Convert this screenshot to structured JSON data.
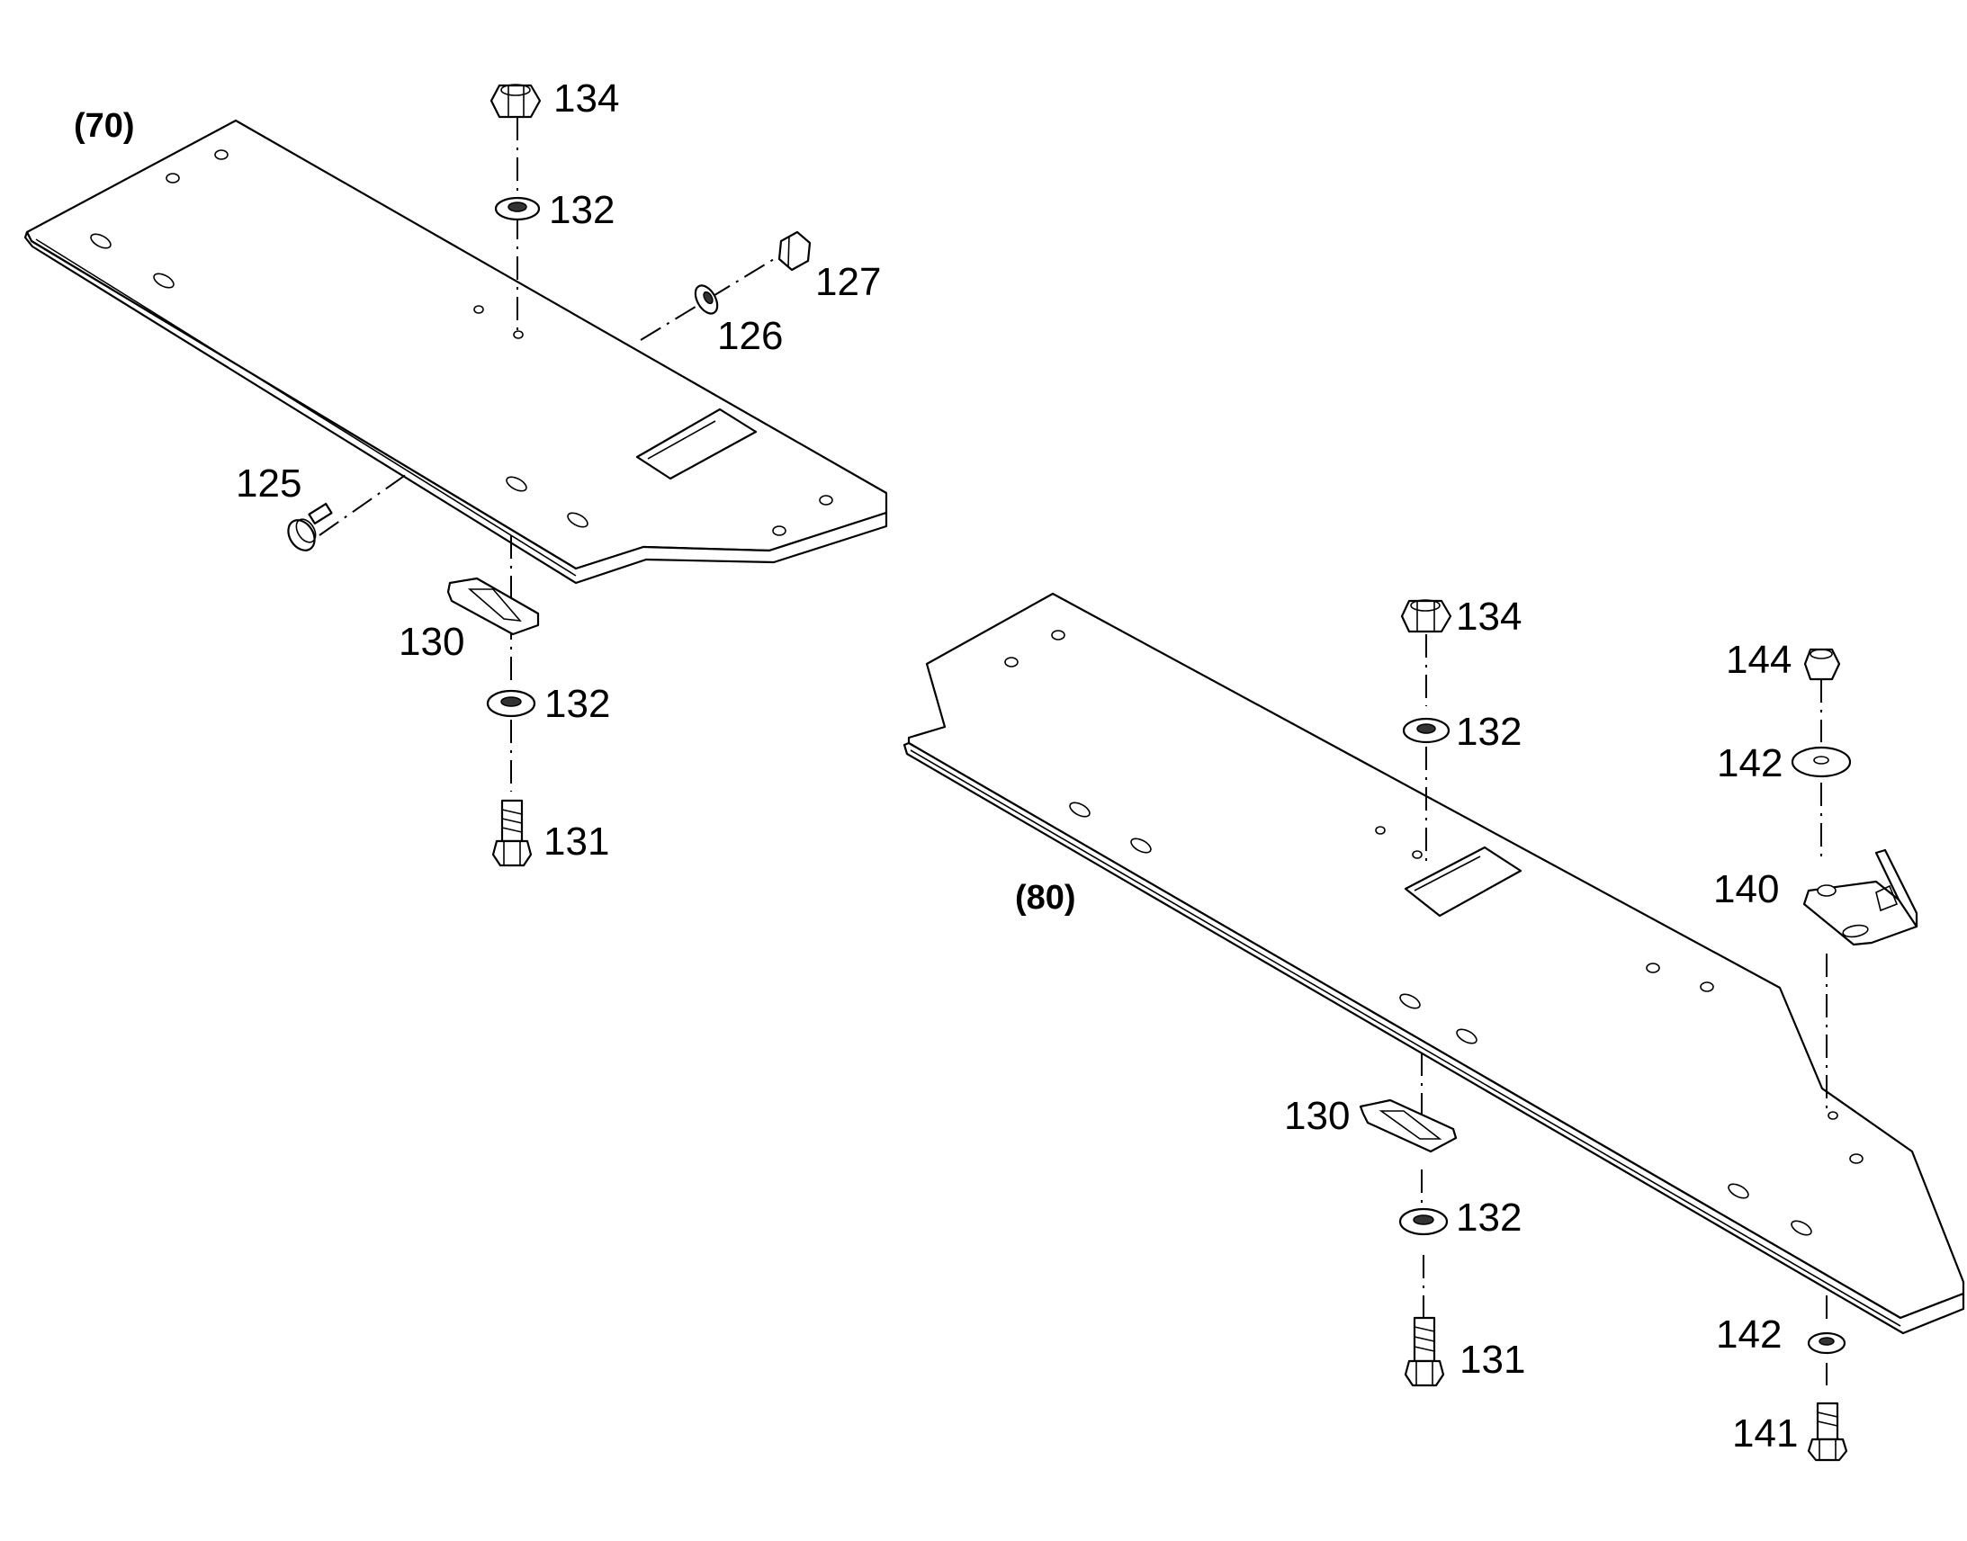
{
  "assemblies": [
    {
      "id": "70",
      "label": "(70)"
    },
    {
      "id": "80",
      "label": "(80)"
    }
  ],
  "callouts": {
    "a134": "134",
    "a132_top": "132",
    "a127": "127",
    "a126": "126",
    "a125": "125",
    "a130": "130",
    "a132_bot": "132",
    "a131": "131",
    "b134": "134",
    "b132_top": "132",
    "b144": "144",
    "b142_top": "142",
    "b140": "140",
    "b130": "130",
    "b132_bot": "132",
    "b131": "131",
    "b142_bot": "142",
    "b141": "141"
  }
}
